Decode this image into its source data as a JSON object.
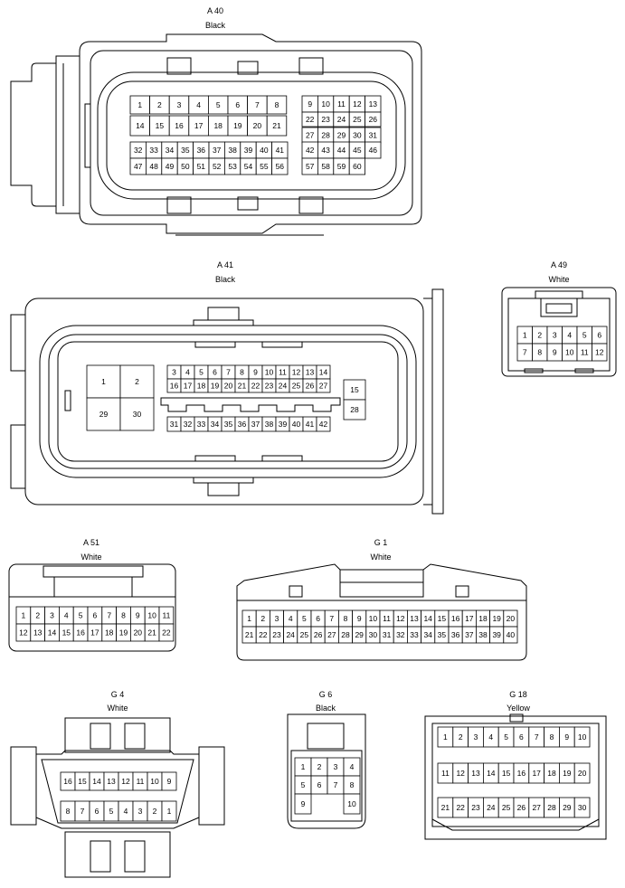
{
  "connectors": [
    {
      "id": "a40",
      "name": "A 40",
      "color": "Black"
    },
    {
      "id": "a41",
      "name": "A 41",
      "color": "Black"
    },
    {
      "id": "a49",
      "name": "A 49",
      "color": "White"
    },
    {
      "id": "a51",
      "name": "A 51",
      "color": "White"
    },
    {
      "id": "g1",
      "name": "G 1",
      "color": "White"
    },
    {
      "id": "g4",
      "name": "G 4",
      "color": "White"
    },
    {
      "id": "g6",
      "name": "G 6",
      "color": "Black"
    },
    {
      "id": "g18",
      "name": "G 18",
      "color": "Yellow"
    }
  ],
  "pins": {
    "a40_r1": [
      "1",
      "2",
      "3",
      "4",
      "5",
      "6",
      "7",
      "8"
    ],
    "a40_r2": [
      "14",
      "15",
      "16",
      "17",
      "18",
      "19",
      "20",
      "21"
    ],
    "a40_r3": [
      "32",
      "33",
      "34",
      "35",
      "36",
      "37",
      "38",
      "39",
      "40",
      "41"
    ],
    "a40_r4": [
      "47",
      "48",
      "49",
      "50",
      "51",
      "52",
      "53",
      "54",
      "55",
      "56"
    ],
    "a40_b1": [
      "9",
      "10",
      "11",
      "12",
      "13"
    ],
    "a40_b2": [
      "22",
      "23",
      "24",
      "25",
      "26"
    ],
    "a40_b3": [
      "27",
      "28",
      "29",
      "30",
      "31"
    ],
    "a40_b4": [
      "42",
      "43",
      "44",
      "45",
      "46"
    ],
    "a40_b5": [
      "57",
      "58",
      "59",
      "60"
    ],
    "a41_big": [
      "1",
      "2",
      "29",
      "30"
    ],
    "a41_r1": [
      "3",
      "4",
      "5",
      "6",
      "7",
      "8",
      "9",
      "10",
      "11",
      "12",
      "13",
      "14"
    ],
    "a41_r2": [
      "16",
      "17",
      "18",
      "19",
      "20",
      "21",
      "22",
      "23",
      "24",
      "25",
      "26",
      "27"
    ],
    "a41_r3": [
      "31",
      "32",
      "33",
      "34",
      "35",
      "36",
      "37",
      "38",
      "39",
      "40",
      "41",
      "42"
    ],
    "a41_side": [
      "15",
      "28"
    ],
    "a49_r1": [
      "1",
      "2",
      "3",
      "4",
      "5",
      "6"
    ],
    "a49_r2": [
      "7",
      "8",
      "9",
      "10",
      "11",
      "12"
    ],
    "a51_r1": [
      "1",
      "2",
      "3",
      "4",
      "5",
      "6",
      "7",
      "8",
      "9",
      "10",
      "11"
    ],
    "a51_r2": [
      "12",
      "13",
      "14",
      "15",
      "16",
      "17",
      "18",
      "19",
      "20",
      "21",
      "22"
    ],
    "g1_r1": [
      "1",
      "2",
      "3",
      "4",
      "5",
      "6",
      "7",
      "8",
      "9",
      "10",
      "11",
      "12",
      "13",
      "14",
      "15",
      "16",
      "17",
      "18",
      "19",
      "20"
    ],
    "g1_r2": [
      "21",
      "22",
      "23",
      "24",
      "25",
      "26",
      "27",
      "28",
      "29",
      "30",
      "31",
      "32",
      "33",
      "34",
      "35",
      "36",
      "37",
      "38",
      "39",
      "40"
    ],
    "g4_r1": [
      "16",
      "15",
      "14",
      "13",
      "12",
      "11",
      "10",
      "9"
    ],
    "g4_r2": [
      "8",
      "7",
      "6",
      "5",
      "4",
      "3",
      "2",
      "1"
    ],
    "g6_r1": [
      "1",
      "2",
      "3",
      "4"
    ],
    "g6_r2": [
      "5",
      "6",
      "7",
      "8"
    ],
    "g6_r3": [
      "9",
      "10"
    ],
    "g18_r1": [
      "1",
      "2",
      "3",
      "4",
      "5",
      "6",
      "7",
      "8",
      "9",
      "10"
    ],
    "g18_r2": [
      "11",
      "12",
      "13",
      "14",
      "15",
      "16",
      "17",
      "18",
      "19",
      "20"
    ],
    "g18_r3": [
      "21",
      "22",
      "23",
      "24",
      "25",
      "26",
      "27",
      "28",
      "29",
      "30"
    ]
  }
}
